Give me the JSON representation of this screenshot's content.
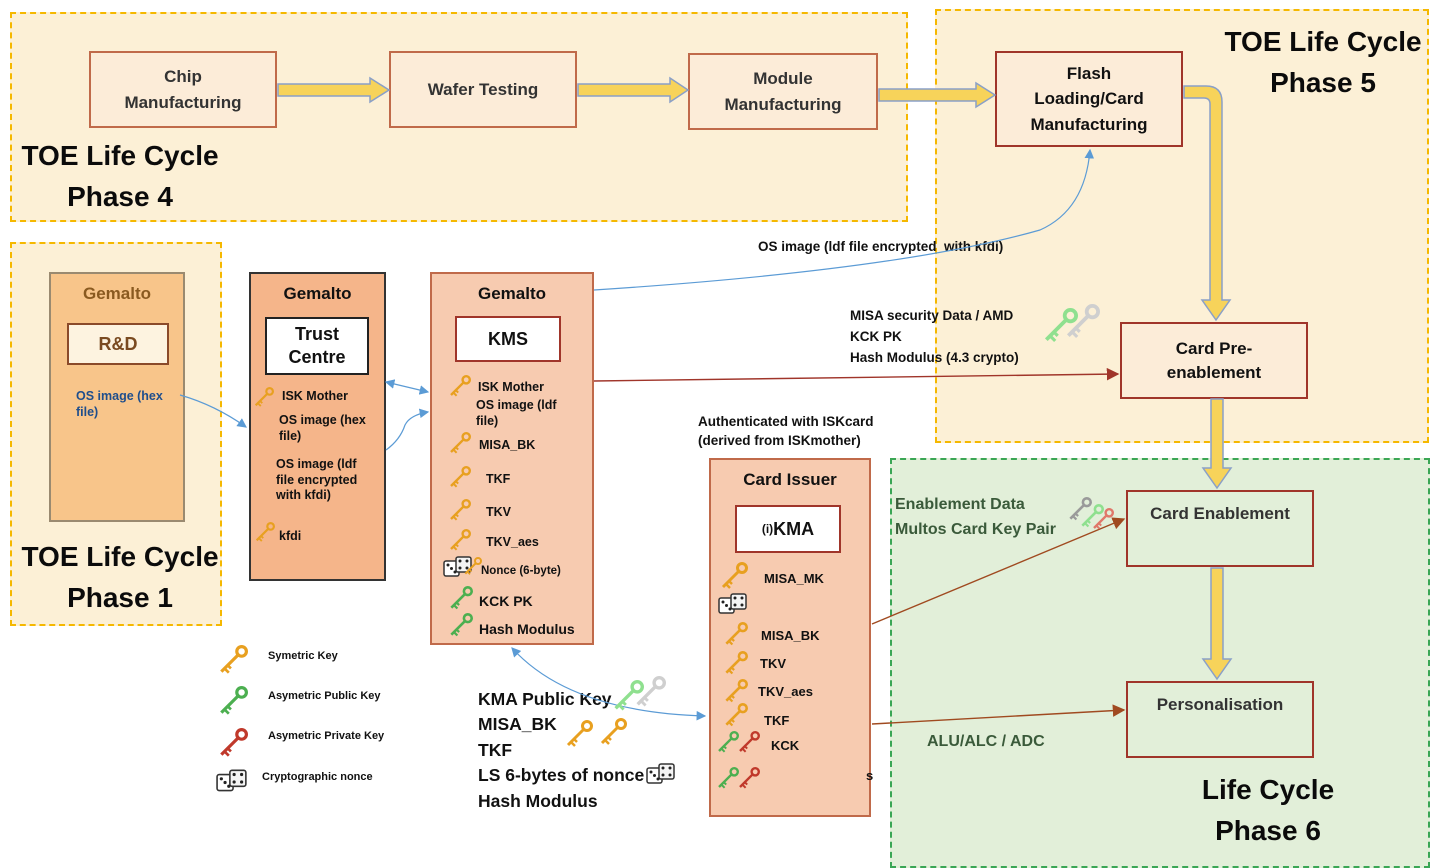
{
  "phases": {
    "phase4": "TOE Life Cycle\nPhase 4",
    "phase5": "TOE Life Cycle\nPhase 5",
    "phase1": "TOE Life Cycle\nPhase 1",
    "phase6": "Life Cycle\nPhase 6"
  },
  "flow": {
    "chip": "Chip\nManufacturing",
    "wafer": "Wafer Testing",
    "module": "Module\nManufacturing",
    "flash": "Flash\nLoading/Card\nManufacturing",
    "preenable": "Card Pre-\nenablement",
    "enablement": "Card Enablement",
    "personalisation": "Personalisation"
  },
  "rd": {
    "title": "Gemalto",
    "box": "R&D",
    "os": "OS image (hex\nfile)"
  },
  "trust": {
    "title": "Gemalto",
    "box": "Trust\nCentre",
    "isk": "ISK Mother",
    "os_hex": "OS image (hex\nfile)",
    "os_ldf": "OS image (ldf\nfile encrypted\nwith kfdi)",
    "kfdi": "kfdi"
  },
  "kms": {
    "title": "Gemalto",
    "box": "KMS",
    "isk": "ISK Mother",
    "os": "OS image (ldf\nfile)",
    "misa": "MISA_BK",
    "tkf": "TKF",
    "tkv": "TKV",
    "tkv_aes": "TKV_aes",
    "nonce": "Nonce (6-byte)",
    "kck": "KCK PK",
    "hash": "Hash Modulus"
  },
  "issuer": {
    "title": "Card Issuer",
    "box_prefix": "(i)",
    "box": "KMA",
    "misa_mk": "MISA_MK",
    "misa_bk": "MISA_BK",
    "tkv": "TKV",
    "tkv_aes": "TKV_aes",
    "tkf": "TKF",
    "kck": "KCK",
    "trailing": "s"
  },
  "labels": {
    "os_encrypted": "OS image (ldf file encrypted  with kfdi)",
    "misa_security": "MISA security Data / AMD\nKCK PK\nHash Modulus (4.3 crypto)",
    "authenticated": "Authenticated with ISKcard\n(derived from ISKmother)",
    "enablement_data": "Enablement Data\nMultos Card Key Pair",
    "alu": "ALU/ALC / ADC",
    "exchange": "KMA Public Key\nMISA_BK\nTKF\nLS 6-bytes of nonce\nHash Modulus"
  },
  "legend": {
    "sym": "Symetric Key",
    "pub": "Asymetric Public Key",
    "priv": "Asymetric Private Key",
    "nonce": "Cryptographic nonce"
  },
  "colors": {
    "phase_fill": "#fcf0d6",
    "phase_border": "#f5b800",
    "phase6_fill": "#e2efd9",
    "phase6_border": "#3aa655",
    "box_border": "#a0352a",
    "gemalto_rd": "#f8c58a",
    "gemalto_fill": "#f5b58a",
    "kms_fill": "#f7cbb0",
    "sym_key": "#f0a020",
    "pub_key": "#4caf50",
    "priv_key": "#c0392b"
  }
}
